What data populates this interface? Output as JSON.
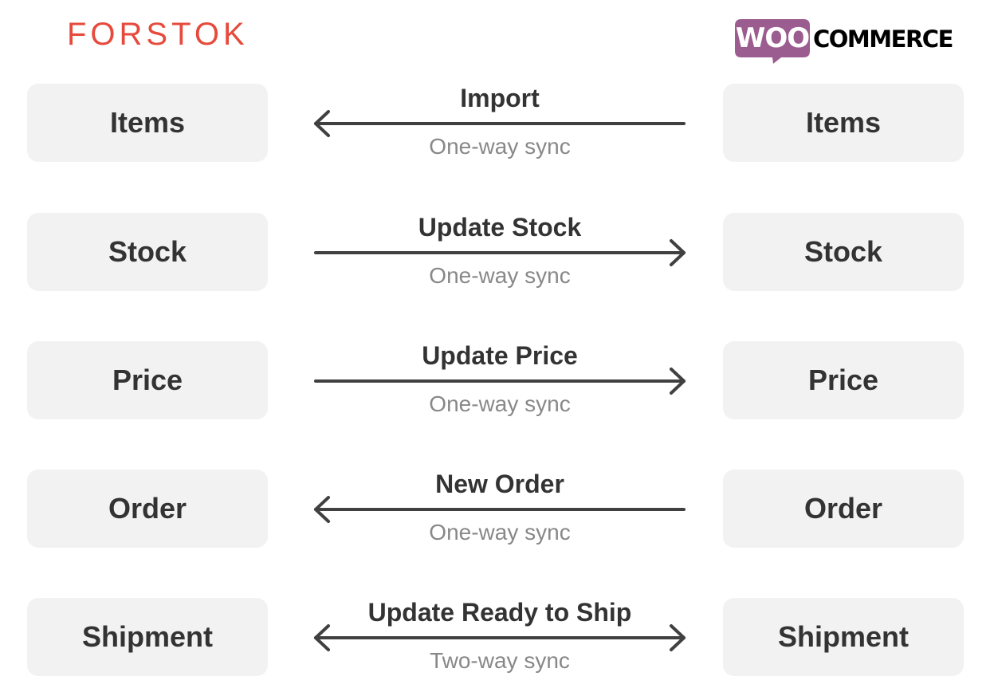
{
  "logos": {
    "left": "FORSTOK",
    "right_badge": "WOO",
    "right_text": "COMMERCE"
  },
  "colors": {
    "forstok": "#e64a3c",
    "woo_purple": "#9b5c8f",
    "box_bg": "#f2f2f2",
    "label": "#333333",
    "sync": "#888888",
    "arrow": "#404040"
  },
  "rows": [
    {
      "left": "Items",
      "right": "Items",
      "action": "Import",
      "sync": "One-way sync",
      "direction": "left"
    },
    {
      "left": "Stock",
      "right": "Stock",
      "action": "Update Stock",
      "sync": "One-way sync",
      "direction": "right"
    },
    {
      "left": "Price",
      "right": "Price",
      "action": "Update Price",
      "sync": "One-way sync",
      "direction": "right"
    },
    {
      "left": "Order",
      "right": "Order",
      "action": "New Order",
      "sync": "One-way sync",
      "direction": "left"
    },
    {
      "left": "Shipment",
      "right": "Shipment",
      "action": "Update Ready to Ship",
      "sync": "Two-way sync",
      "direction": "both"
    }
  ]
}
